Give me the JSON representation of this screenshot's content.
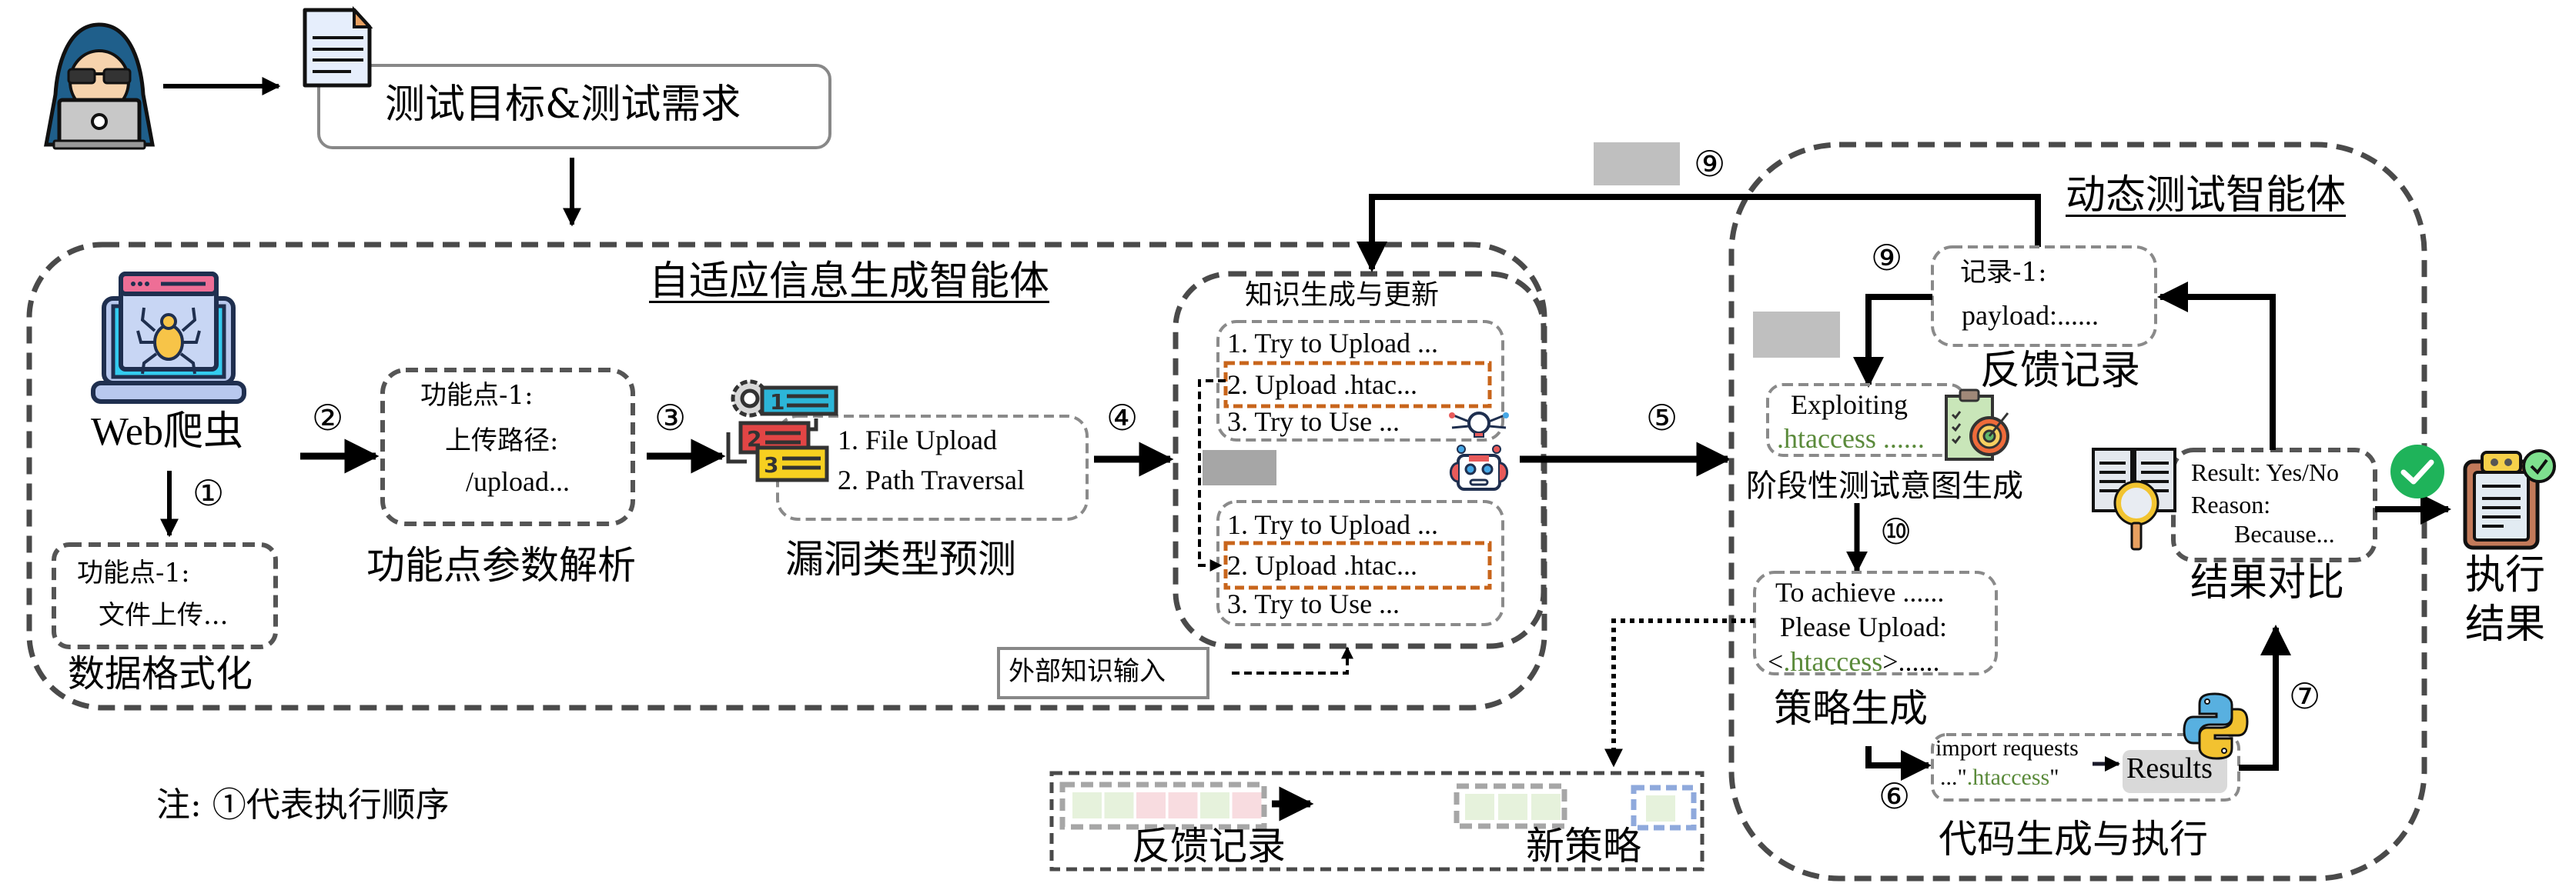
{
  "input": {
    "title": "测试目标&测试需求"
  },
  "note": "注: ①代表执行顺序",
  "adaptive_agent": {
    "title": "自适应信息生成智能体",
    "crawler_label": "Web爬虫",
    "data_format": {
      "line1": "功能点-1:",
      "line2": "文件上传...",
      "caption": "数据格式化"
    },
    "param_parse": {
      "line1": "功能点-1:",
      "line2": "上传路径:",
      "line3": "/upload...",
      "caption": "功能点参数解析"
    },
    "vuln_predict": {
      "items": [
        "1. File Upload",
        "2. Path Traversal"
      ],
      "caption": "漏洞类型预测"
    },
    "knowledge": {
      "title": "知识生成与更新",
      "list_a": [
        "1. Try to Upload ...",
        "2. Upload .htac...",
        "3. Try to Use ..."
      ],
      "list_b": [
        "1. Try to Upload ...",
        "2. Upload .htac...",
        "3. Try to Use ..."
      ],
      "external_input": "外部知识输入"
    }
  },
  "dynamic_agent": {
    "title": "动态测试智能体",
    "feedback": {
      "line1": "记录-1:",
      "line2": "payload:......",
      "caption": "反馈记录"
    },
    "intent": {
      "line1": "Exploiting",
      "line2": ".htaccess ......",
      "caption": "阶段性测试意图生成"
    },
    "strategy": {
      "line1": "To achieve ......",
      "line2": "Please Upload:",
      "line3_pre": "<",
      "line3_green": ".htaccess",
      "line3_post": ">......",
      "caption": "策略生成"
    },
    "code": {
      "line1": "import requests",
      "line2_pre": "...\"",
      "line2_green": ".htaccess",
      "line2_post": "\"",
      "results": "Results",
      "caption": "代码生成与执行"
    },
    "compare": {
      "line1": "Result: Yes/No",
      "line2": "Reason:",
      "line3": "Because...",
      "caption": "结果对比"
    }
  },
  "output": {
    "caption_line1": "执行",
    "caption_line2": "结果"
  },
  "bottom_panel": {
    "left_caption": "反馈记录",
    "right_caption": "新策略",
    "left_cells": [
      "success",
      "success",
      "fail",
      "fail",
      "success",
      "fail"
    ],
    "right_cells": [
      "success",
      "success",
      "success"
    ],
    "new_cell": "success",
    "colors": {
      "success": "#e6f2dc",
      "fail": "#f8dce0",
      "new_border": "#8fa9dc"
    }
  },
  "steps": {
    "s1": "①",
    "s2": "②",
    "s3": "③",
    "s4": "④",
    "s5": "⑤",
    "s6": "⑥",
    "s7": "⑦",
    "s9a": "⑨",
    "s9b": "⑨",
    "s10": "⑩"
  },
  "icons": {
    "user": "hacker-icon",
    "doc": "document-icon",
    "crawler": "spider-browser-icon",
    "list": "priority-list-icon",
    "robot": "ai-robot-icon",
    "target": "clipboard-target-icon",
    "compare": "document-magnifier-icon",
    "check": "check-circle-icon",
    "result": "clipboard-check-icon",
    "python": "python-icon"
  }
}
